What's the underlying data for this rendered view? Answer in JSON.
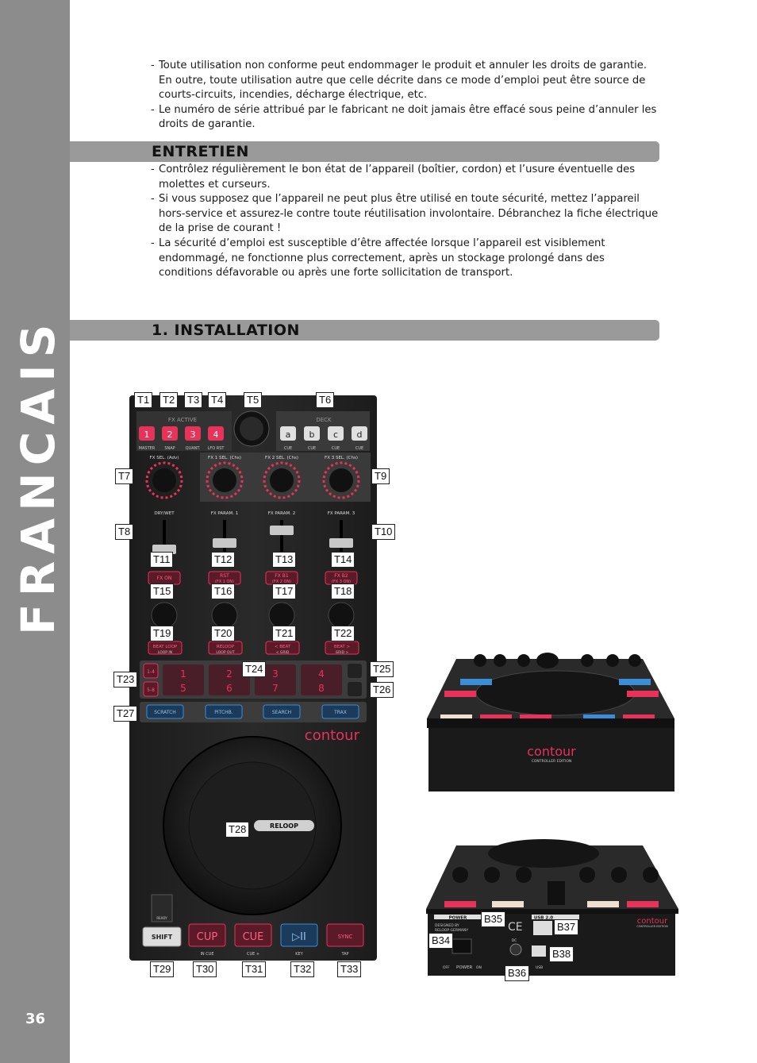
{
  "sidebar": {
    "title": "FRANCAIS",
    "page_number": "36"
  },
  "intro_bullets": [
    "Toute utilisation non conforme peut endommager le produit et annuler les droits de garantie. En outre, toute utilisation autre que celle décrite dans ce mode d’emploi peut être source de courts-circuits, incendies, décharge électrique, etc.",
    "Le numéro de série attribué par le fabricant ne doit jamais être effacé sous peine d’annuler les droits de garantie."
  ],
  "entretien": {
    "title": "ENTRETIEN",
    "bullets": [
      "Contrôlez régulièrement le bon état de l’appareil (boîtier, cordon) et l’usure éventuelle des molettes et curseurs.",
      "Si vous supposez que l’appareil ne peut plus être utilisé en toute sécurité, mettez l’appareil hors-service et assurez-le contre toute réutilisation involontaire. Débranchez la fiche électrique de la prise de courant !",
      "La sécurité d’emploi est susceptible d’être affectée lorsque l’appareil est visiblement endommagé, ne fonctionne plus correctement, après un stockage prolongé dans des conditions défavorable ou après une forte sollicitation de transport."
    ]
  },
  "installation": {
    "title": "1. INSTALLATION"
  },
  "controller": {
    "fx_active": "FX ACTIVE",
    "deck": "DECK",
    "fx_buttons": [
      "1",
      "2",
      "3",
      "4"
    ],
    "fx_button_labels": [
      "MASTER",
      "SNAP",
      "QUANT.",
      "LFO RST"
    ],
    "deck_buttons": [
      "a",
      "b",
      "c",
      "d"
    ],
    "deck_button_labels": [
      "CUE",
      "CUE",
      "CUE",
      "CUE"
    ],
    "knob_labels": [
      "FX SEL. (Adv)",
      "FX 1 SEL. (Chs)",
      "FX 2 SEL. (Chs)",
      "FX 3 SEL. (Chs)"
    ],
    "fader_labels": [
      "DRY/WET",
      "FX PARAM. 1",
      "FX PARAM. 2",
      "FX PARAM. 3"
    ],
    "fx_on_buttons": [
      "FX ON",
      "RST",
      "FX B1",
      "FX B2"
    ],
    "fx_on_sub": [
      "",
      "(FX 1 ON)",
      "(FX 2 ON)",
      "(FX 3 ON)"
    ],
    "loop_buttons": [
      "BEAT LOOP",
      "RELOOP",
      "< BEAT",
      "BEAT >"
    ],
    "loop_sub": [
      "LOOP IN",
      "LOOP OUT",
      "< GRID",
      "GRID >"
    ],
    "bank_buttons": [
      "1-4",
      "5-8"
    ],
    "pads_top": [
      "1",
      "2",
      "3",
      "4"
    ],
    "pads_bottom": [
      "5",
      "6",
      "7",
      "8"
    ],
    "mode_buttons": [
      "SCRATCH",
      "PITCHB.",
      "SEARCH",
      "TRAX"
    ],
    "brand": "contour",
    "reloop": "RELOOP",
    "transport_buttons": [
      "SHIFT",
      "CUP",
      "CUE",
      "▷II",
      "SYNC"
    ],
    "transport_sub": [
      "",
      "IN CUE",
      "CUE +",
      "KEY",
      "TAP"
    ],
    "ready": "READY",
    "callouts": [
      "T1",
      "T2",
      "T3",
      "T4",
      "T5",
      "T6",
      "T7",
      "T8",
      "T9",
      "T10",
      "T11",
      "T12",
      "T13",
      "T14",
      "T15",
      "T16",
      "T17",
      "T18",
      "T19",
      "T20",
      "T21",
      "T22",
      "T23",
      "T24",
      "T25",
      "T26",
      "T27",
      "T28",
      "T29",
      "T30",
      "T31",
      "T32",
      "T33"
    ]
  },
  "front_view": {
    "brand": "contour",
    "sub": "CONTROLLER EDITION"
  },
  "rear_view": {
    "power": "POWER",
    "usb": "USB 2.0",
    "designed_by": "DESIGNED BY",
    "reloop_germany": "RELOOP GERMANY",
    "ce": "CE",
    "dc": "DC",
    "off": "OFF",
    "power_switch": "POWER",
    "on": "ON",
    "usb_port": "USB",
    "brand": "contour",
    "sub": "CONTROLLER EDITION",
    "callouts": [
      "B34",
      "B35",
      "B36",
      "B37",
      "B38"
    ]
  },
  "colors": {
    "sidebar": "#8c8c8c",
    "bar": "#9a9a9a",
    "red": "#e8325a",
    "blue": "#3a8dd8"
  }
}
